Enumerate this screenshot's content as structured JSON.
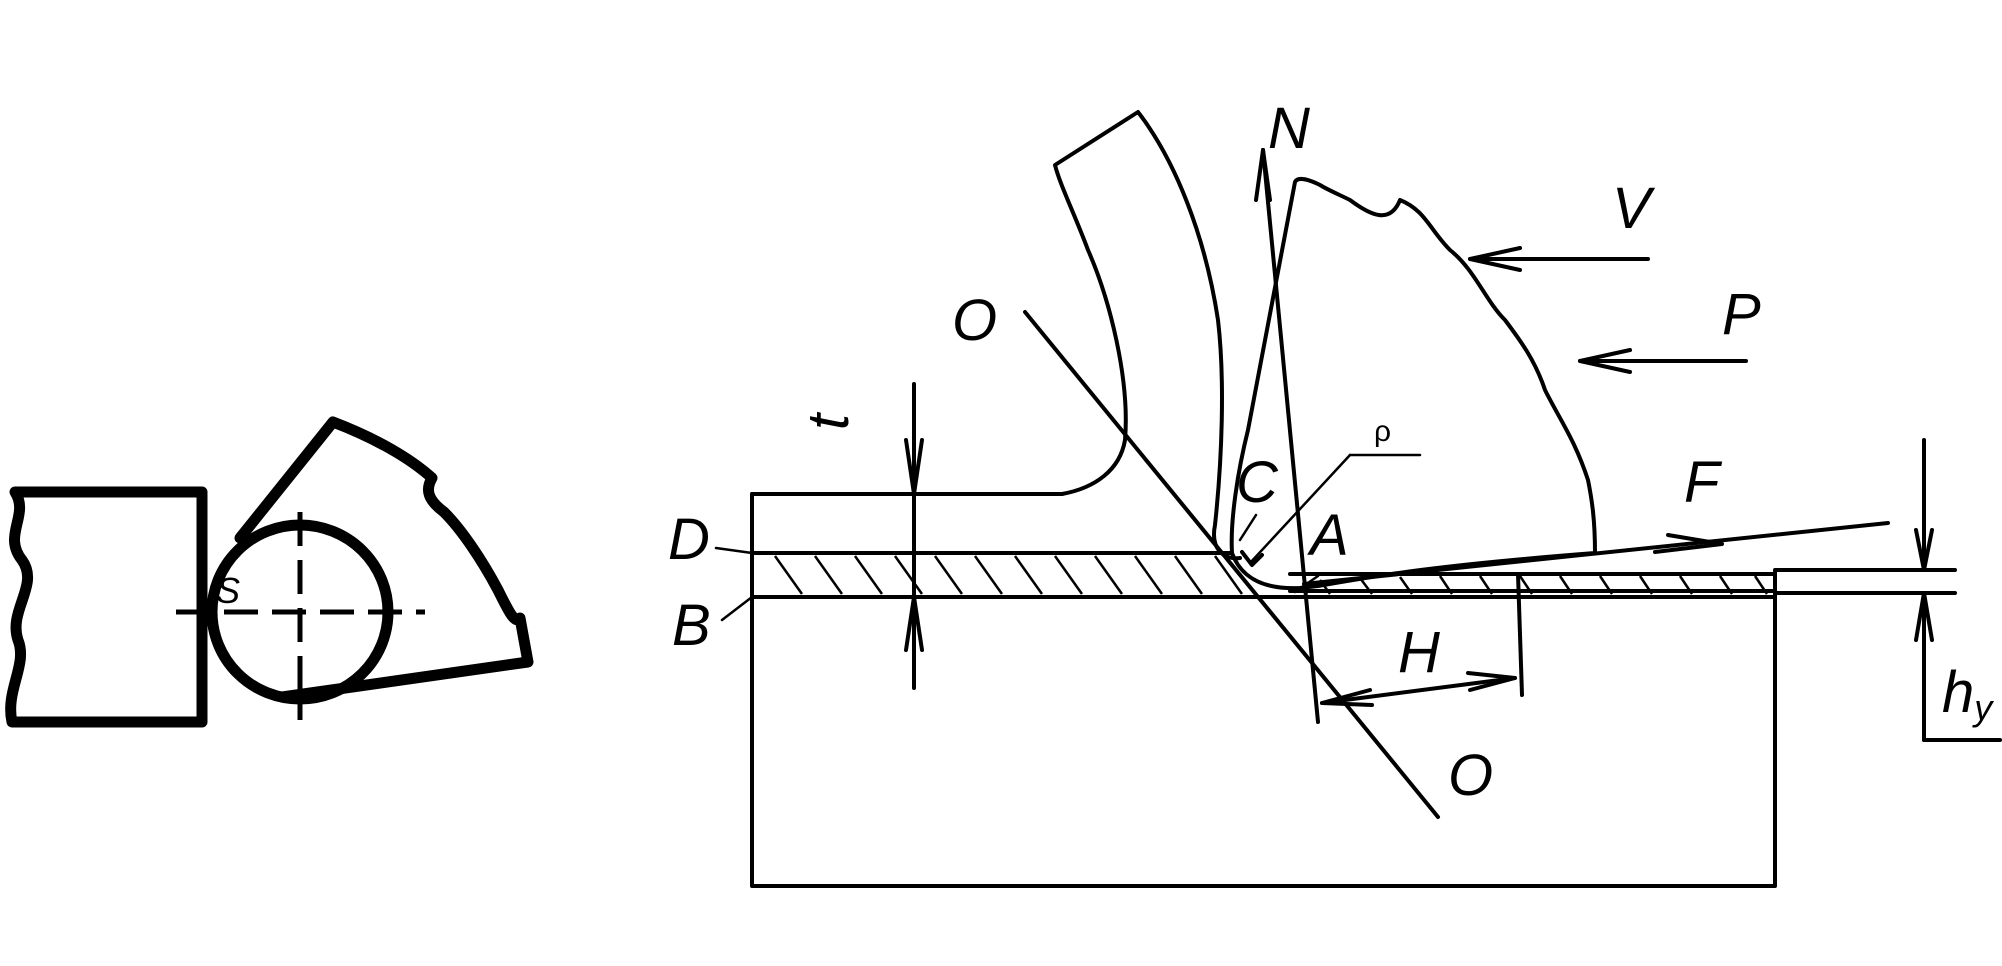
{
  "labels": {
    "N": "N",
    "V": "V",
    "P": "P",
    "O_top": "O",
    "O_bottom": "O",
    "t": "t",
    "rho": "ρ",
    "C": "C",
    "A": "A",
    "F": "F",
    "D": "D",
    "B": "B",
    "H": "H",
    "h_main": "h",
    "h_sub": "y",
    "S": "S"
  }
}
